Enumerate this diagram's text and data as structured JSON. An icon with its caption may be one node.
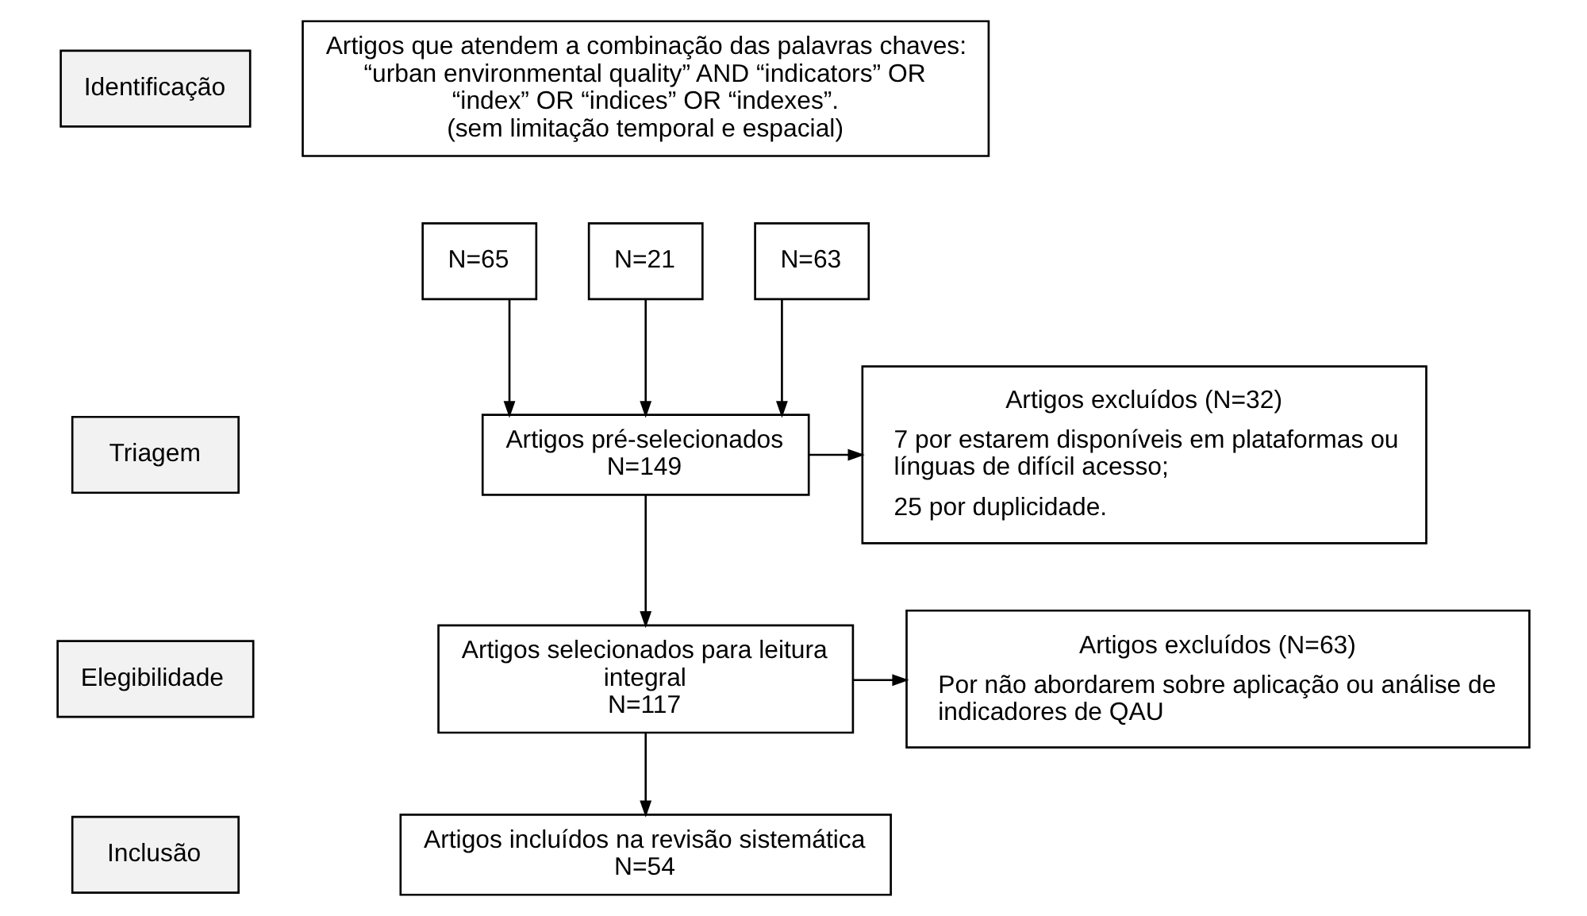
{
  "diagram": {
    "nodes": [
      {
        "text": [
          "Identificação"
        ]
      },
      {
        "text": [
          "Artigos que atendem a combinação das palavras chaves: “urban environmental quality” AND “indicators” OR “index” OR “indices” OR “indexes”.",
          "(sem limitação temporal e espacial)"
        ]
      },
      {
        "text": [
          "N=65"
        ]
      },
      {
        "text": [
          "N=21"
        ]
      },
      {
        "text": [
          "N=63"
        ]
      },
      {
        "text": [
          "Triagem"
        ]
      },
      {
        "text": [
          "Artigos pré-selecionados",
          "N=149"
        ]
      },
      {
        "text": [
          "Artigos excluídos (N=32)",
          "7 por estarem disponíveis em plataformas ou línguas de difícil acesso;",
          "25 por duplicidade."
        ]
      },
      {
        "text": [
          "Elegibilidade"
        ]
      },
      {
        "text": [
          "Artigos selecionados para leitura integral",
          "N=117"
        ]
      },
      {
        "text": [
          "Artigos excluídos (N=63)",
          "Por não abordarem sobre aplicação ou análise de indicadores de QAU"
        ]
      },
      {
        "text": [
          "Inclusão"
        ]
      },
      {
        "text": [
          "Artigos incluídos na revisão sistemática",
          "N=54"
        ]
      }
    ],
    "edges": [
      {
        "from": 2,
        "to": 6,
        "arrow": "to"
      },
      {
        "from": 3,
        "to": 6,
        "arrow": "to"
      },
      {
        "from": 4,
        "to": 6,
        "arrow": "to"
      },
      {
        "from": 6,
        "to": 7,
        "arrow": "to"
      },
      {
        "from": 6,
        "to": 9,
        "arrow": "to"
      },
      {
        "from": 9,
        "to": 10,
        "arrow": "to"
      },
      {
        "from": 9,
        "to": 12,
        "arrow": "to"
      }
    ]
  }
}
